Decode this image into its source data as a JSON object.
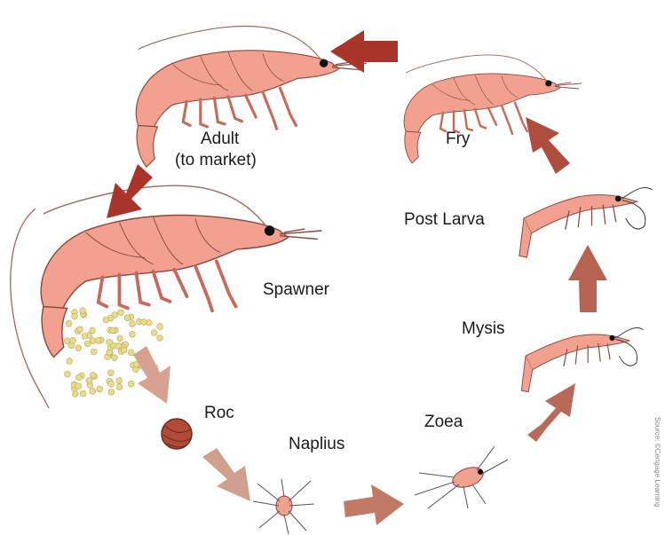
{
  "stages": {
    "adult_line1": "Adult",
    "adult_line2": "(to market)",
    "spawner": "Spawner",
    "roc": "Roc",
    "naplius": "Naplius",
    "zoea": "Zoea",
    "mysis": "Mysis",
    "post_larva": "Post Larva",
    "fry": "Fry"
  },
  "credit": "Source: ©Cengage Learning",
  "colors": {
    "shrimp_body": "#f2a08f",
    "shrimp_outline": "#8a4a40",
    "arrow_dark": "#a8342a",
    "arrow_mid": "#b85a4a",
    "arrow_light": "#d8a090",
    "eggs": "#e8dc8a",
    "roc_egg": "#b24a38"
  },
  "icons": {
    "adult": "adult-shrimp-icon",
    "spawner": "spawner-shrimp-icon",
    "fry": "fry-shrimp-icon",
    "post_larva": "post-larva-icon",
    "mysis": "mysis-icon",
    "zoea": "zoea-icon",
    "naplius": "naplius-icon",
    "roc": "roc-egg-icon",
    "eggs": "eggs-cluster-icon"
  }
}
